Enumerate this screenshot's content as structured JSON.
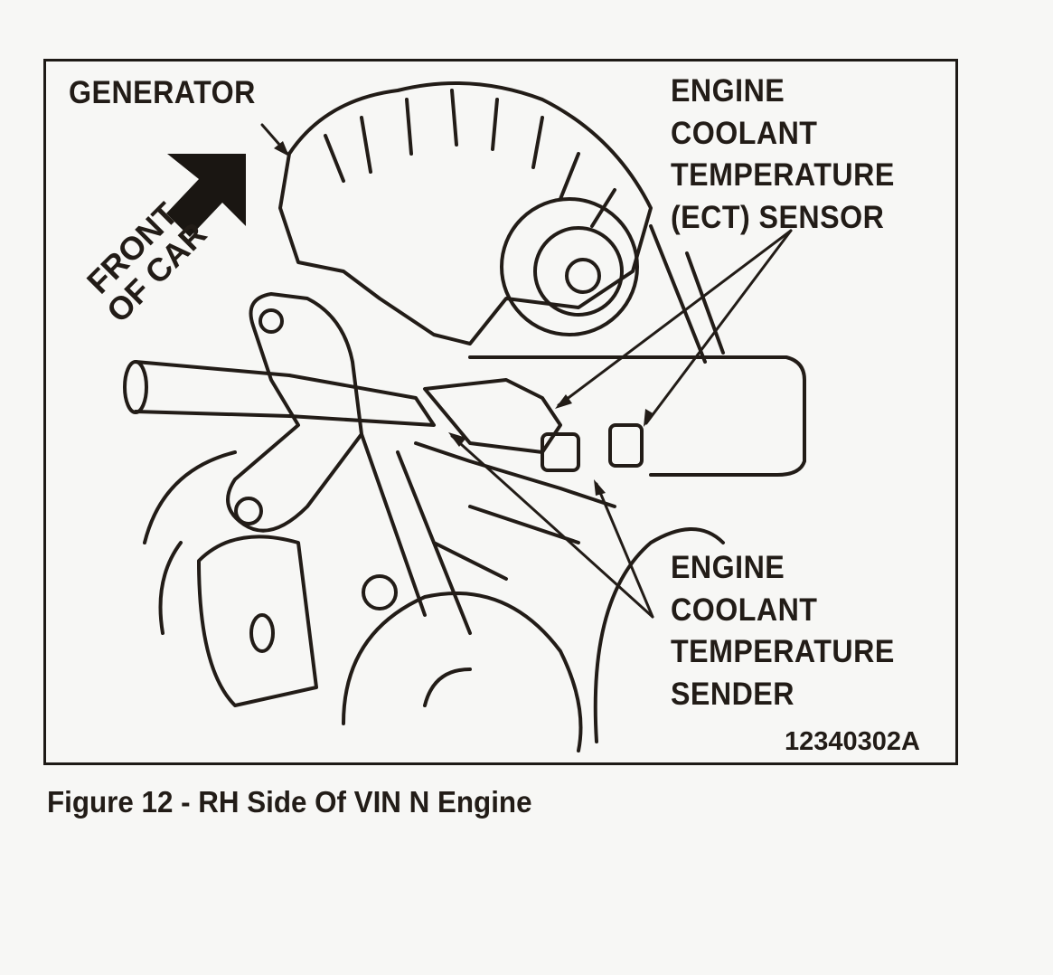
{
  "figure": {
    "caption": "Figure 12 - RH Side Of VIN N Engine",
    "id": "12340302A",
    "labels": {
      "generator": "GENERATOR",
      "ect_sensor": [
        "ENGINE",
        "COOLANT",
        "TEMPERATURE",
        "(ECT) SENSOR"
      ],
      "sender": [
        "ENGINE",
        "COOLANT",
        "TEMPERATURE",
        "SENDER"
      ],
      "front_of_car": [
        "FRONT",
        "OF CAR"
      ]
    }
  }
}
